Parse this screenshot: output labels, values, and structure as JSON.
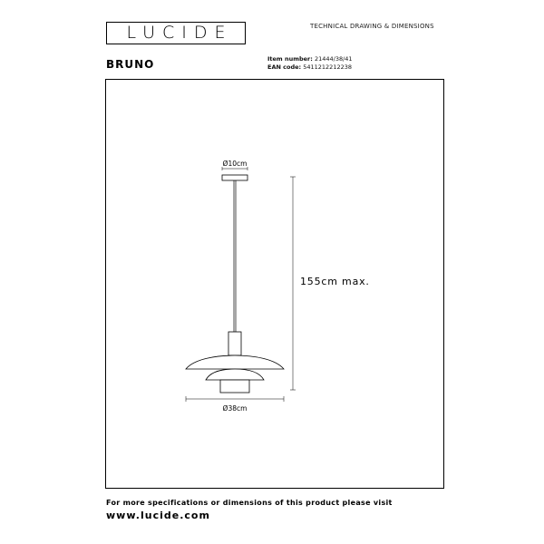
{
  "header": {
    "brand": "LUCIDE",
    "doc_type": "TECHNICAL DRAWING & DIMENSIONS"
  },
  "product": {
    "name": "BRUNO",
    "item_label": "Item number:",
    "item_value": "21444/38/41",
    "ean_label": "EAN code:",
    "ean_value": "5411212212238"
  },
  "drawing": {
    "canopy_diameter": "Ø10cm",
    "height": "155cm max.",
    "shade_diameter": "Ø38cm"
  },
  "footer": {
    "note": "For more specifications or dimensions of this product please visit",
    "url": "www.lucide.com"
  }
}
